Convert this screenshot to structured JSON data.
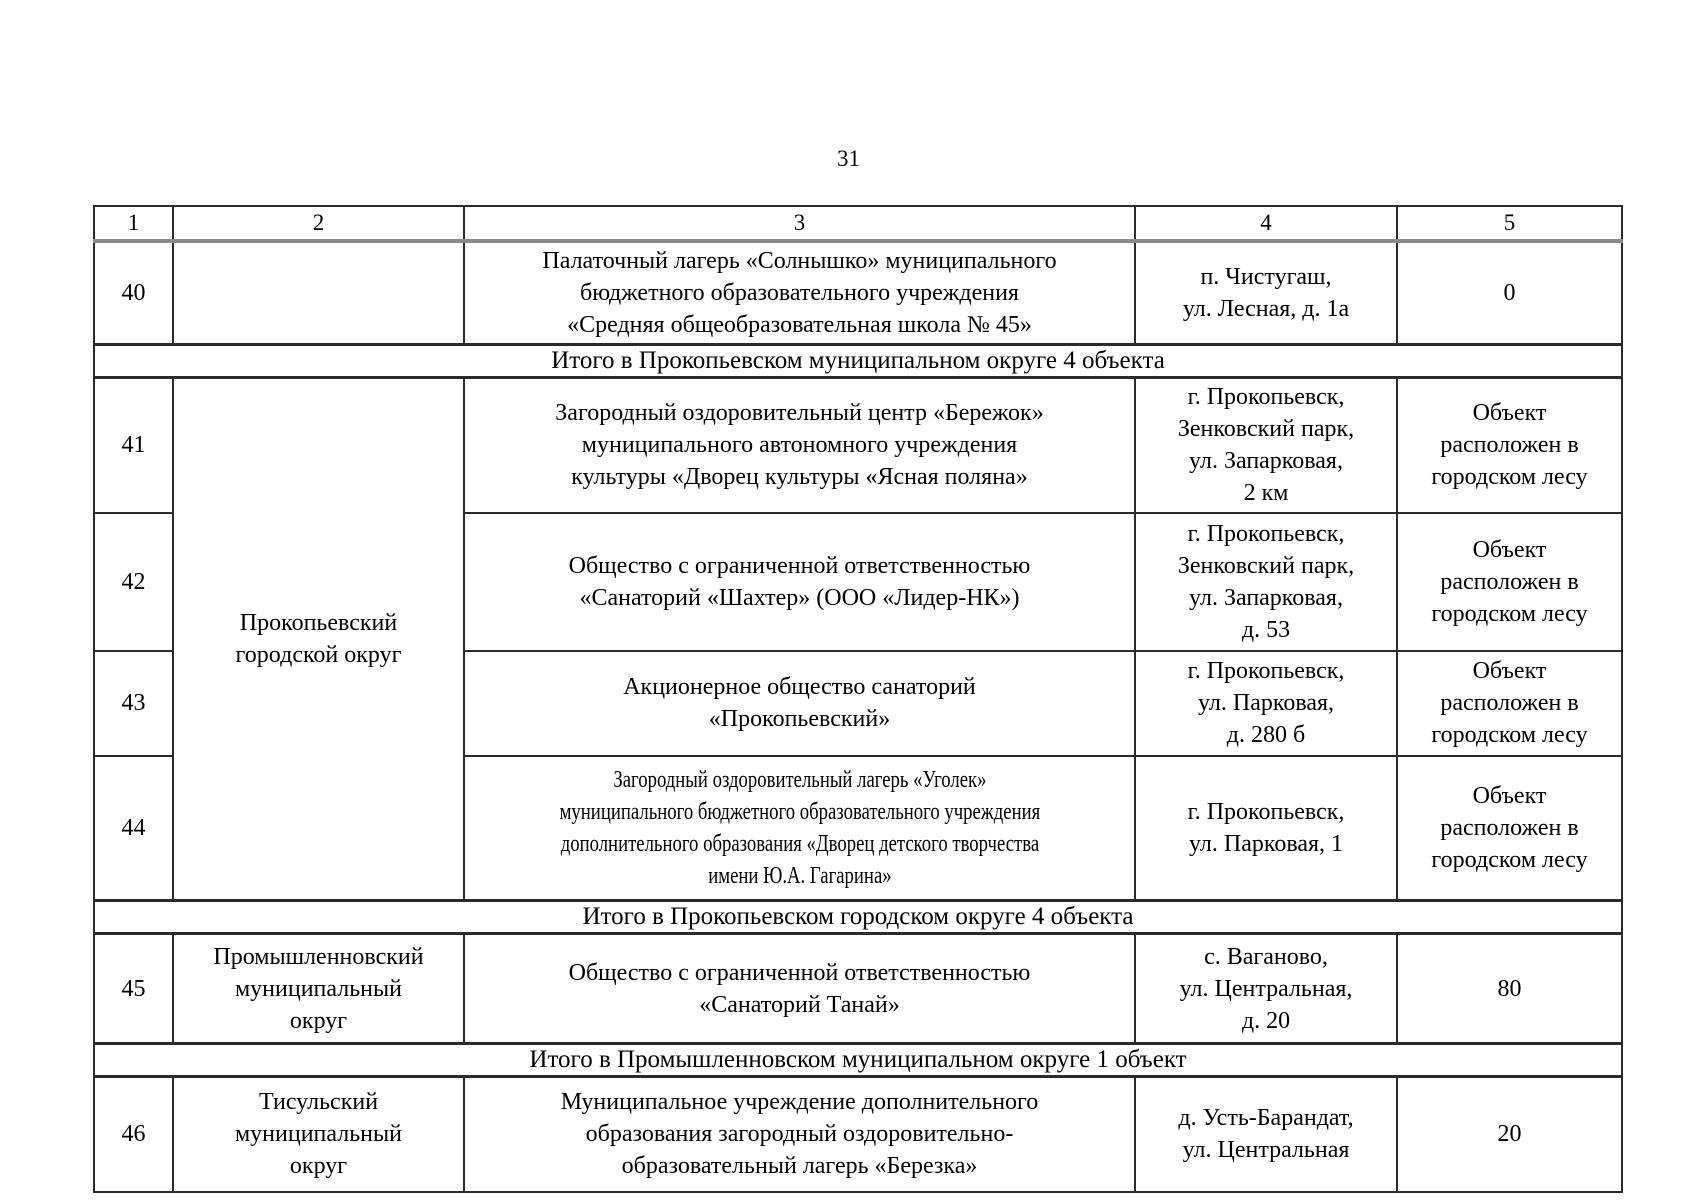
{
  "page": {
    "number": "31"
  },
  "table": {
    "header": [
      "1",
      "2",
      "3",
      "4",
      "5"
    ],
    "rows": [
      {
        "num": "40",
        "district": "",
        "name": "Палаточный лагерь «Солнышко» муниципального\nбюджетного образовательного учреждения\n«Средняя общеобразовательная школа № 45»",
        "address": "п. Чистугаш,\nул. Лесная, д. 1а",
        "value": "0"
      },
      {
        "text": "Итого в Прокопьевском муниципальном округе 4 объекта"
      },
      {
        "num": "41",
        "district": "Прокопьевский\nгородской округ",
        "name": "Загородный оздоровительный центр «Бережок»\nмуниципального автономного учреждения\nкультуры «Дворец культуры «Ясная поляна»",
        "address": "г. Прокопьевск,\nЗенковский парк,\nул. Запарковая,\n2 км",
        "value": "Объект\nрасположен в\nгородском лесу"
      },
      {
        "num": "42",
        "name": "Общество с ограниченной ответственностью\n«Санаторий «Шахтер» (ООО «Лидер-НК»)",
        "address": "г. Прокопьевск,\nЗенковский парк,\nул. Запарковая,\nд. 53",
        "value": "Объект\nрасположен в\nгородском лесу"
      },
      {
        "num": "43",
        "name": "Акционерное общество санаторий\n«Прокопьевский»",
        "address": "г. Прокопьевск,\nул. Парковая,\nд. 280 б",
        "value": "Объект\nрасположен в\nгородском лесу"
      },
      {
        "num": "44",
        "name": "Загородный оздоровительный лагерь «Уголек»\nмуниципального бюджетного образовательного учреждения\nдополнительного образования «Дворец детского творчества\nимени Ю.А. Гагарина»",
        "address": "г. Прокопьевск,\nул. Парковая, 1",
        "value": "Объект\nрасположен в\nгородском лесу"
      },
      {
        "text": "Итого в Прокопьевском городском округе 4 объекта"
      },
      {
        "num": "45",
        "district": "Промышленновский\nмуниципальный\nокруг",
        "name": "Общество с ограниченной ответственностью\n«Санаторий Танай»",
        "address": "с. Ваганово,\nул. Центральная,\nд. 20",
        "value": "80"
      },
      {
        "text": "Итого в Промышленновском муниципальном округе 1 объект"
      },
      {
        "num": "46",
        "district": "Тисульский\nмуниципальный\nокруг",
        "name": "Муниципальное учреждение дополнительного\nобразования загородный оздоровительно-\nобразовательный лагерь «Березка»",
        "address": "д. Усть-Барандат,\nул. Центральная",
        "value": "20"
      }
    ]
  }
}
